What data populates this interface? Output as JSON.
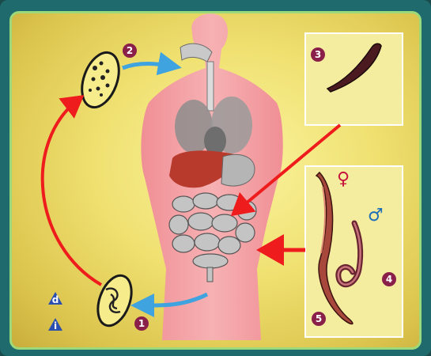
{
  "steps": {
    "s1": "1",
    "s2": "2",
    "s3": "3",
    "s4": "4",
    "s5": "5"
  },
  "symbols": {
    "female": "♀",
    "male": "♂"
  },
  "corner_icons": {
    "d": "d",
    "i": "i"
  },
  "colors": {
    "background": "#1f6a6c",
    "panel": "#efe070",
    "border": "#9cd97a",
    "body": "#f2a3a6",
    "red_arrow": "#ee1c1c",
    "blue_arrow": "#3fa3e0",
    "badge": "#8a1f49",
    "female_symbol": "#c8143c",
    "male_symbol": "#1f6fb8"
  },
  "icons": [
    "egg-with-larva-icon",
    "adult-worm-icon",
    "female-worm-icon",
    "male-worm-icon",
    "human-body-icon"
  ]
}
